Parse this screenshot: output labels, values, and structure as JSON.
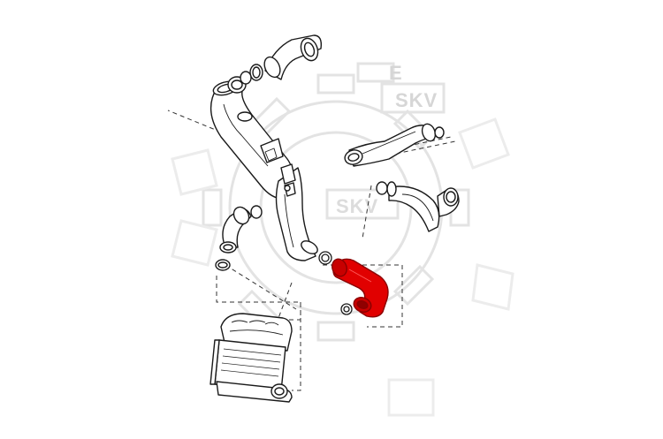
{
  "watermark": {
    "brand_top": "SKV",
    "brand_center": "SKV",
    "letter_e": "E",
    "color": "#d9d9d9"
  },
  "diagram": {
    "line_color": "#1a1a1a",
    "highlight_color": "#e00000",
    "highlighted_part": "red-intercooler-hose"
  }
}
